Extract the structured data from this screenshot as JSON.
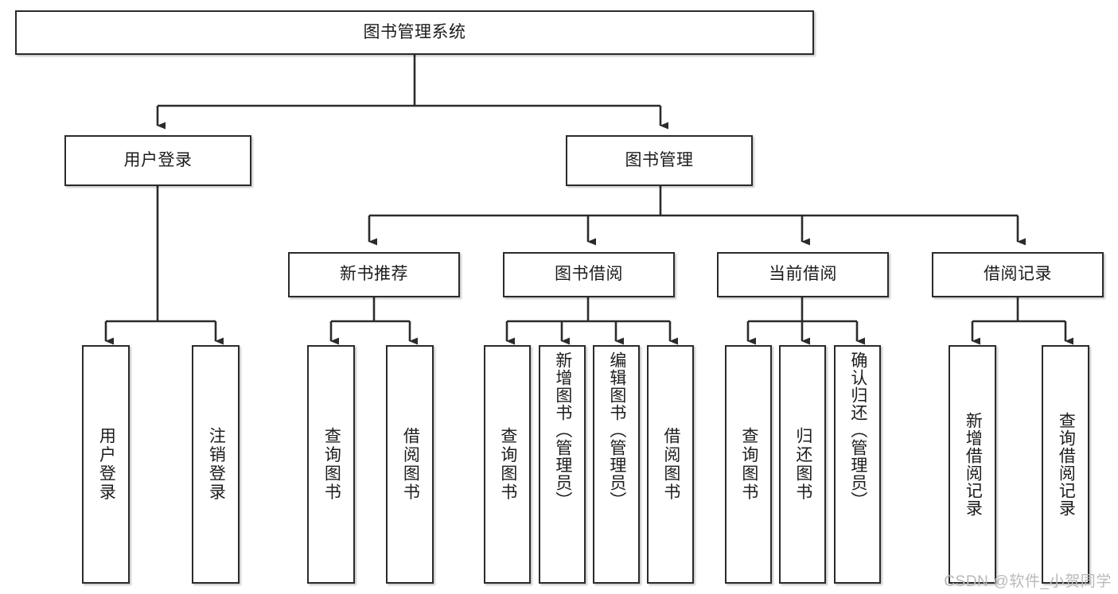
{
  "diagram": {
    "title": "图书管理系统",
    "type": "tree",
    "watermark": "CSDN @软件_小贺同学",
    "colors": {
      "node_border": "#2b2b2b",
      "node_fill": "#ffffff",
      "connector": "#2b2b2b",
      "text": "#1c1c1c",
      "watermark": "#b9b9b9",
      "background": "#ffffff"
    },
    "root": {
      "id": "root",
      "label": "图书管理系统",
      "orientation": "horizontal"
    },
    "level2": [
      {
        "id": "user-login",
        "label": "用户登录",
        "orientation": "horizontal"
      },
      {
        "id": "book-management",
        "label": "图书管理",
        "orientation": "horizontal"
      }
    ],
    "level3": [
      {
        "id": "new-book-recommend",
        "label": "新书推荐",
        "orientation": "horizontal",
        "parent": "book-management"
      },
      {
        "id": "book-borrow",
        "label": "图书借阅",
        "orientation": "horizontal",
        "parent": "book-management"
      },
      {
        "id": "current-borrow",
        "label": "当前借阅",
        "orientation": "horizontal",
        "parent": "book-management"
      },
      {
        "id": "borrow-record",
        "label": "借阅记录",
        "orientation": "horizontal",
        "parent": "book-management"
      }
    ],
    "leaves": [
      {
        "id": "leaf-user-login",
        "label": "用户登录",
        "parent": "user-login",
        "orientation": "vertical"
      },
      {
        "id": "leaf-user-logout",
        "label": "注销登录",
        "parent": "user-login",
        "orientation": "vertical"
      },
      {
        "id": "leaf-query-book-recommend",
        "label": "查询图书",
        "parent": "new-book-recommend",
        "orientation": "vertical"
      },
      {
        "id": "leaf-borrow-book-recommend",
        "label": "借阅图书",
        "parent": "new-book-recommend",
        "orientation": "vertical"
      },
      {
        "id": "leaf-query-book-borrow",
        "label": "查询图书",
        "parent": "book-borrow",
        "orientation": "vertical"
      },
      {
        "id": "leaf-add-book-admin",
        "label": "新增图书（管理员）",
        "parent": "book-borrow",
        "orientation": "vertical"
      },
      {
        "id": "leaf-edit-book-admin",
        "label": "编辑图书（管理员）",
        "parent": "book-borrow",
        "orientation": "vertical"
      },
      {
        "id": "leaf-borrow-book",
        "label": "借阅图书",
        "parent": "book-borrow",
        "orientation": "vertical"
      },
      {
        "id": "leaf-query-book-current",
        "label": "查询图书",
        "parent": "current-borrow",
        "orientation": "vertical"
      },
      {
        "id": "leaf-return-book",
        "label": "归还图书",
        "parent": "current-borrow",
        "orientation": "vertical"
      },
      {
        "id": "leaf-confirm-return-admin",
        "label": "确认归还（管理员）",
        "parent": "current-borrow",
        "orientation": "vertical"
      },
      {
        "id": "leaf-add-borrow-record",
        "label": "新增借阅记录",
        "parent": "borrow-record",
        "orientation": "vertical"
      },
      {
        "id": "leaf-query-borrow-record",
        "label": "查询借阅记录",
        "parent": "borrow-record",
        "orientation": "vertical"
      }
    ]
  }
}
